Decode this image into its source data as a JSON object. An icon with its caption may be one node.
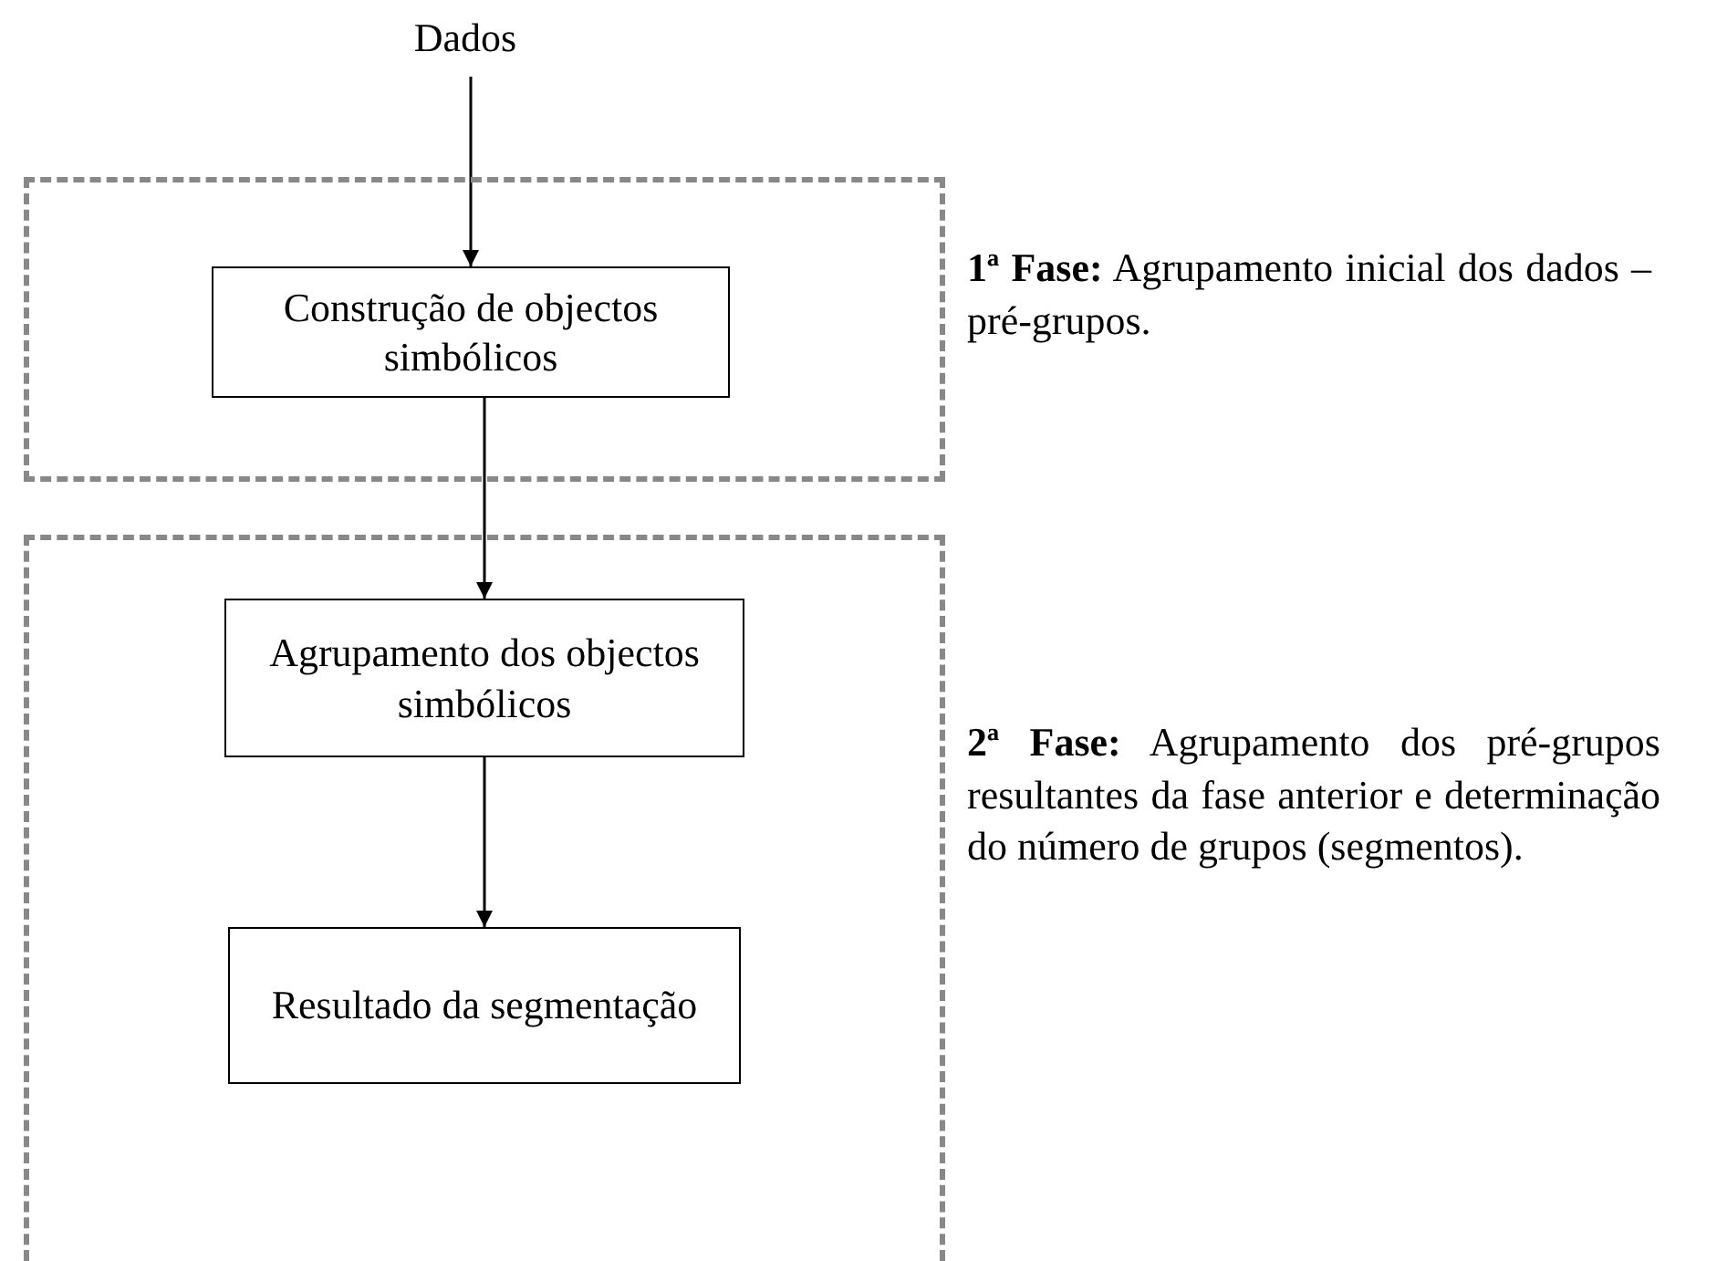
{
  "diagram": {
    "nodes": [
      {
        "text": [
          "Dados"
        ]
      },
      {
        "text": [],
        "shape": "box",
        "beside": [
          "**1ª Fase:** Agrupamento inicial dos dados – pré-grupos."
        ]
      },
      {
        "text": [
          "Construção de objectos simbólicos"
        ],
        "in": 1
      },
      {
        "text": [],
        "shape": "box",
        "beside": [
          "**2ª Fase:** Agrupamento dos pré-grupos resultantes da fase anterior e determinação do número de grupos (segmentos)."
        ]
      },
      {
        "text": [
          "Agrupamento dos objectos simbólicos"
        ],
        "in": 3
      },
      {
        "text": [
          "Resultado da segmentação"
        ],
        "in": 3
      }
    ],
    "edges": [
      {
        "from": 0,
        "to": 2,
        "arrow": "to"
      },
      {
        "from": 2,
        "to": 4,
        "arrow": "to"
      },
      {
        "from": 4,
        "to": 5,
        "arrow": "to"
      }
    ]
  }
}
